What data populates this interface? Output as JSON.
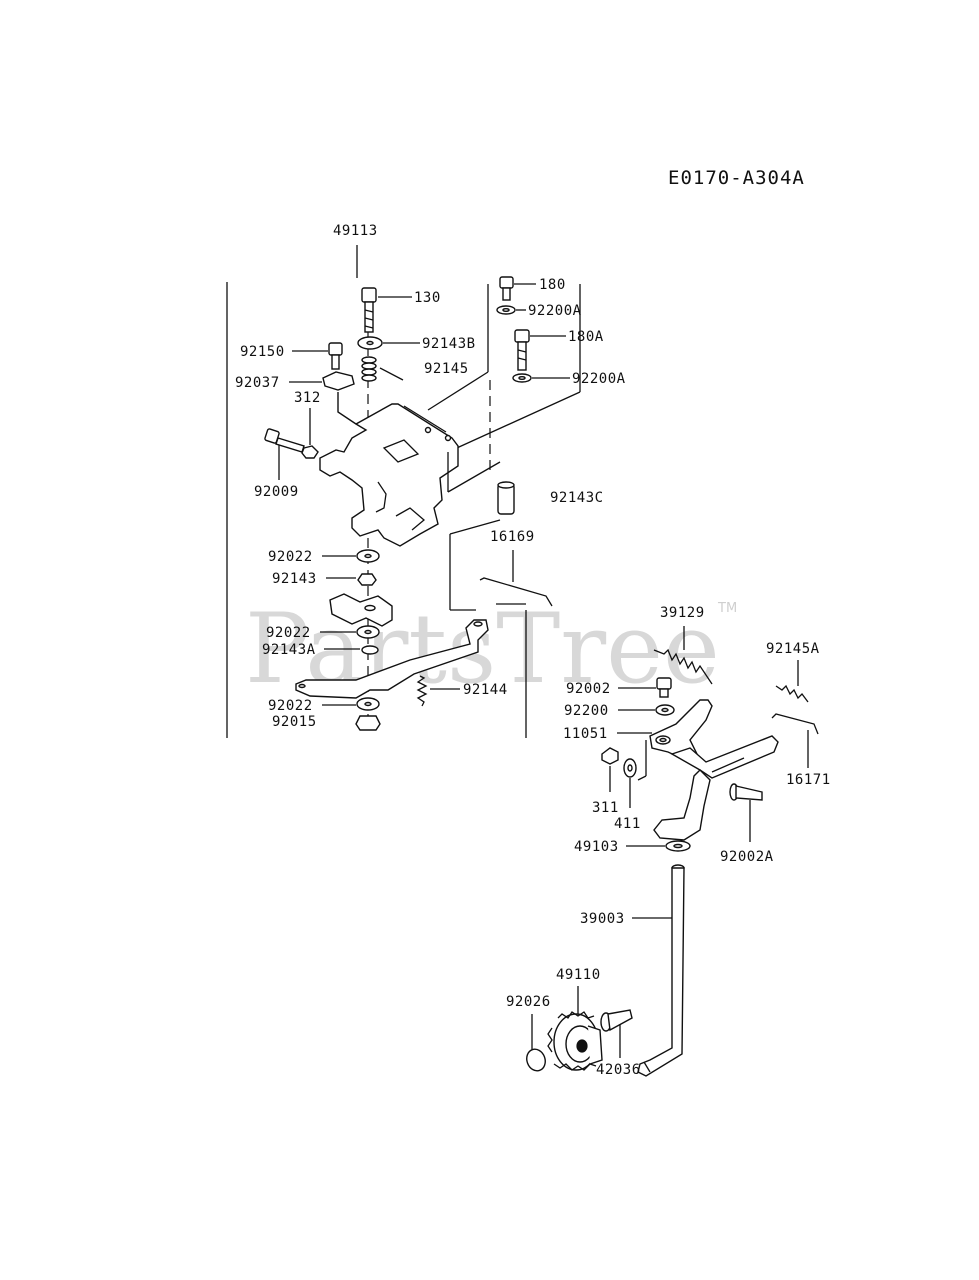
{
  "diagram": {
    "code": "E0170-A304A",
    "watermark": "PartsTree",
    "watermark_tm": "TM",
    "labels": {
      "p49113": "49113",
      "p130": "130",
      "p180": "180",
      "p92200A_1": "92200A",
      "p180A": "180A",
      "p92200A_2": "92200A",
      "p92150": "92150",
      "p92143B": "92143B",
      "p92145": "92145",
      "p92037": "92037",
      "p312": "312",
      "p92009": "92009",
      "p92143C": "92143C",
      "p16169": "16169",
      "p92022_1": "92022",
      "p92143": "92143",
      "p92022_2": "92022",
      "p92143A": "92143A",
      "p92144": "92144",
      "p92022_3": "92022",
      "p92015": "92015",
      "p39129": "39129",
      "p92145A": "92145A",
      "p92002": "92002",
      "p92200": "92200",
      "p11051": "11051",
      "p16171": "16171",
      "p311": "311",
      "p411": "411",
      "p49103": "49103",
      "p92002A": "92002A",
      "p39003": "39003",
      "p49110": "49110",
      "p92026": "92026",
      "p42036": "42036"
    }
  }
}
